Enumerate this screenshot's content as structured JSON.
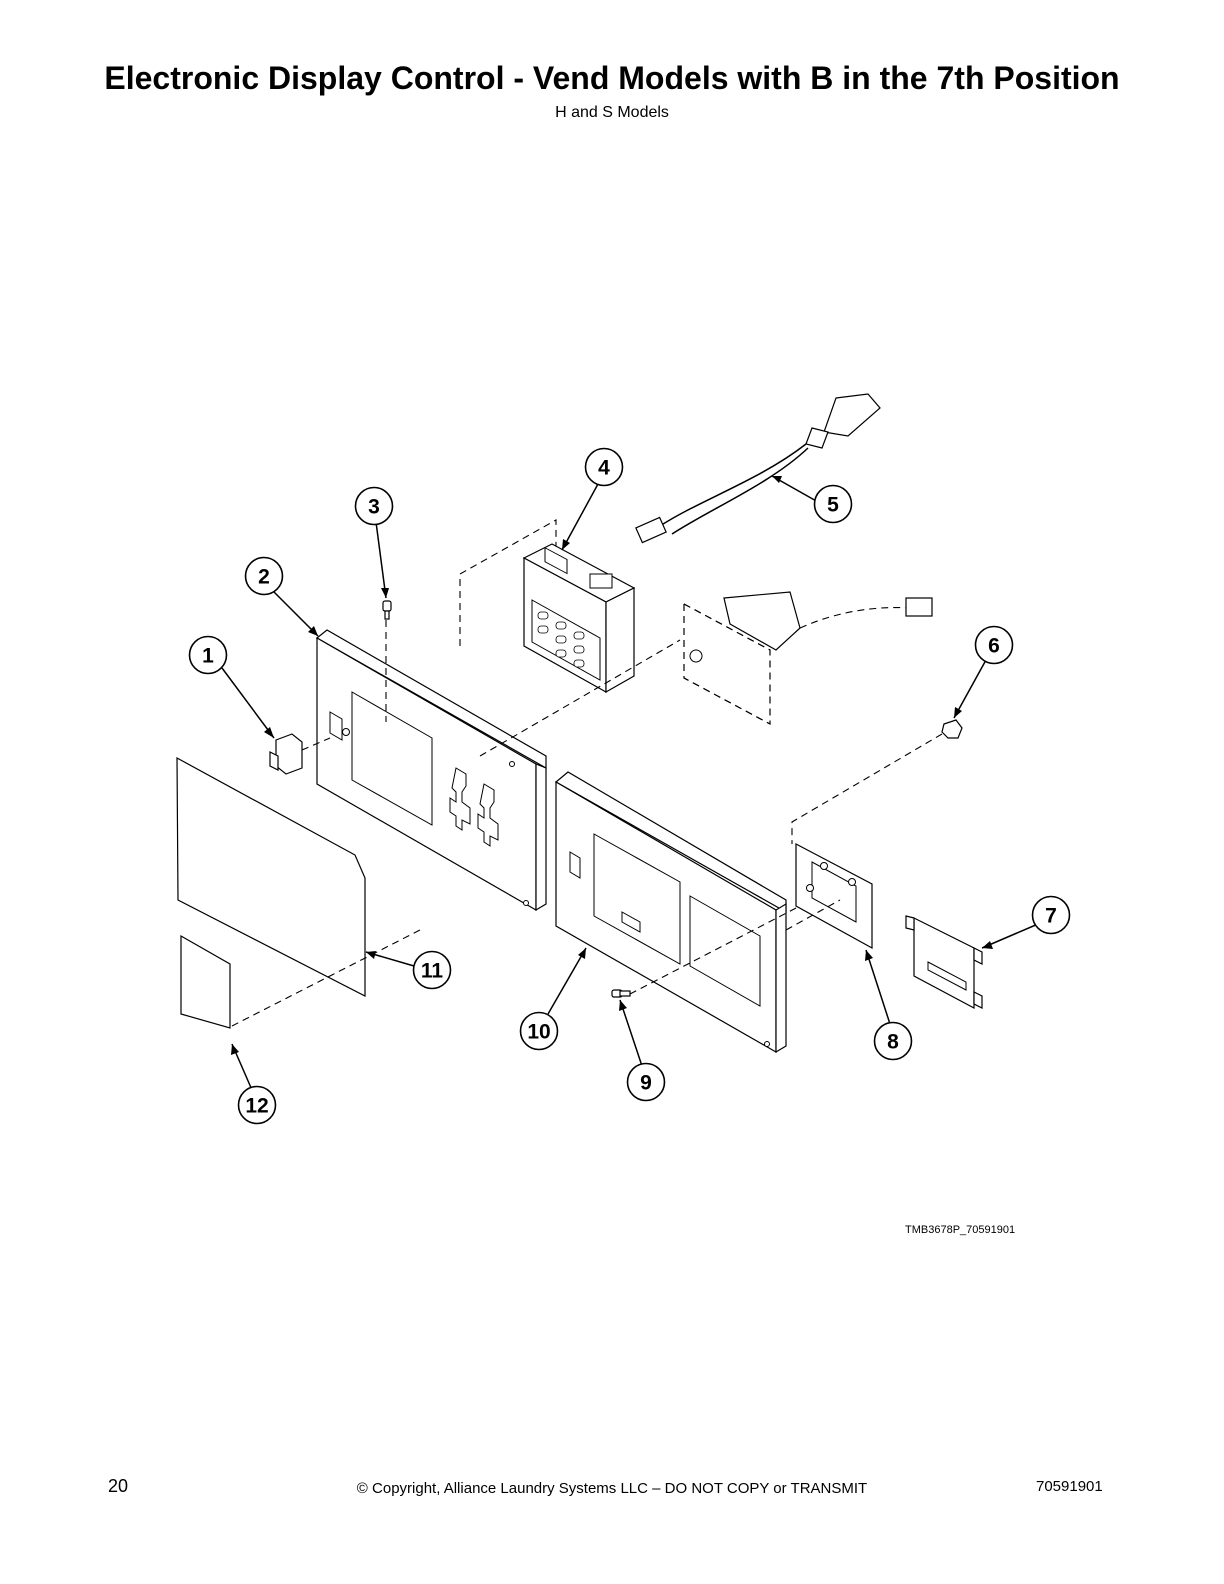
{
  "header": {
    "title": "Electronic Display Control - Vend Models with B in the 7th Position",
    "subtitle": "H and S Models"
  },
  "figure": {
    "id": "TMB3678P_70591901",
    "callouts": [
      {
        "label": "1"
      },
      {
        "label": "2"
      },
      {
        "label": "3"
      },
      {
        "label": "4"
      },
      {
        "label": "5"
      },
      {
        "label": "6"
      },
      {
        "label": "7"
      },
      {
        "label": "8"
      },
      {
        "label": "9"
      },
      {
        "label": "10"
      },
      {
        "label": "11"
      },
      {
        "label": "12"
      }
    ]
  },
  "footer": {
    "page_number": "20",
    "copyright": "© Copyright, Alliance Laundry Systems LLC – DO NOT COPY or TRANSMIT",
    "doc_number": "70591901"
  }
}
